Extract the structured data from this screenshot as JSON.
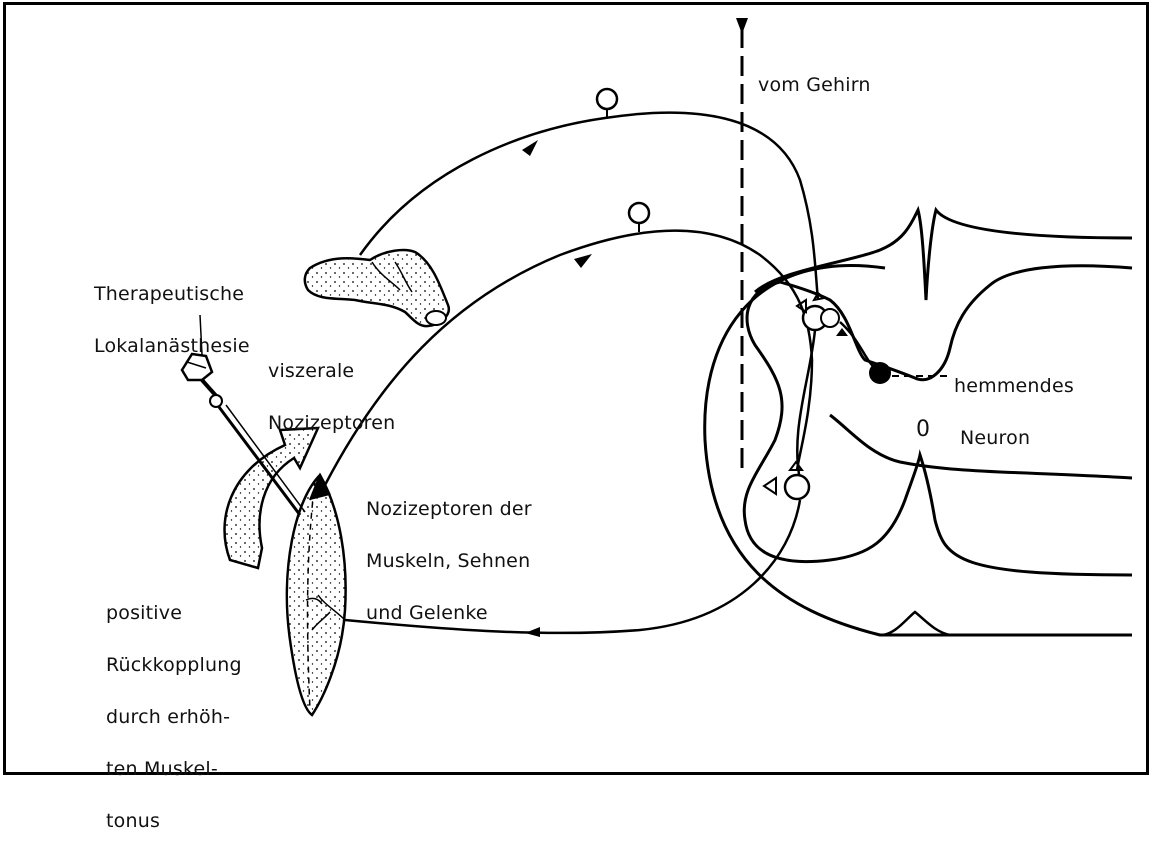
{
  "labels": {
    "vom_gehirn": "vom Gehirn",
    "therapeutische": [
      "Therapeutische",
      "Lokalanästhesie"
    ],
    "viszerale": [
      "viszerale",
      "Nozizeptoren"
    ],
    "hemmendes": [
      "hemmendes",
      "Neuron"
    ],
    "zero": "0",
    "nozizeptoren_muskeln": [
      "Nozizeptoren der",
      "Muskeln, Sehnen",
      "und Gelenke"
    ],
    "rueckkopplung": [
      "positive",
      "Rückkopplung",
      "durch erhöh-",
      "ten Muskel-",
      "tonus"
    ]
  }
}
